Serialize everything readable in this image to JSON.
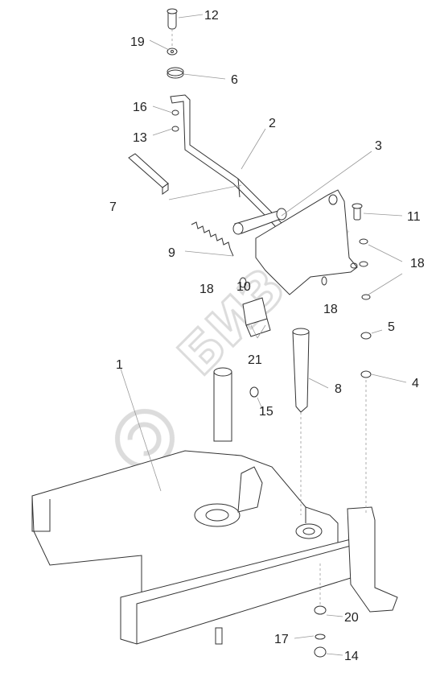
{
  "watermark": "БИЗОН",
  "callouts": [
    {
      "id": "c12",
      "text": "12"
    },
    {
      "id": "c19",
      "text": "19"
    },
    {
      "id": "c6",
      "text": "6"
    },
    {
      "id": "c16",
      "text": "16"
    },
    {
      "id": "c2",
      "text": "2"
    },
    {
      "id": "c13",
      "text": "13"
    },
    {
      "id": "c3",
      "text": "3"
    },
    {
      "id": "c7",
      "text": "7"
    },
    {
      "id": "c11",
      "text": "11"
    },
    {
      "id": "c9",
      "text": "9"
    },
    {
      "id": "c18a",
      "text": "18"
    },
    {
      "id": "c18b",
      "text": "18"
    },
    {
      "id": "c10",
      "text": "10"
    },
    {
      "id": "c18c",
      "text": "18"
    },
    {
      "id": "c5",
      "text": "5"
    },
    {
      "id": "c21",
      "text": "21"
    },
    {
      "id": "c1",
      "text": "1"
    },
    {
      "id": "c4",
      "text": "4"
    },
    {
      "id": "c8",
      "text": "8"
    },
    {
      "id": "c15",
      "text": "15"
    },
    {
      "id": "c20",
      "text": "20"
    },
    {
      "id": "c17",
      "text": "17"
    },
    {
      "id": "c14",
      "text": "14"
    }
  ]
}
